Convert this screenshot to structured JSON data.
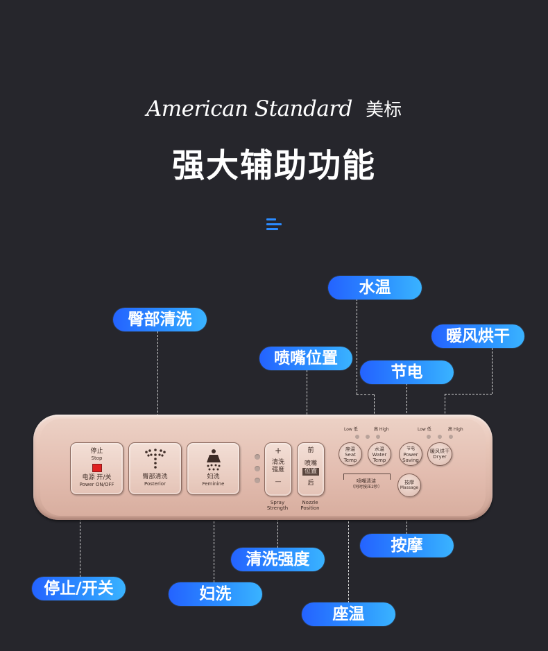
{
  "brand": {
    "name_en": "American Standard",
    "name_cn": "美标"
  },
  "headline": "强大辅助功能",
  "callouts": {
    "posterior": "臀部清洗",
    "nozzle_position": "喷嘴位置",
    "water_temp": "水温",
    "dryer": "暖风烘干",
    "power_saving": "节电",
    "massage": "按摩",
    "spray_strength": "清洗强度",
    "power": "停止/开关",
    "feminine": "妇洗",
    "seat_temp": "座温"
  },
  "remote": {
    "stop": {
      "cn": "停止",
      "en": "Stop"
    },
    "power": {
      "cn": "电源 开/关",
      "en": "Power ON/OFF"
    },
    "posterior": {
      "cn": "臀部清洗",
      "en": "Posterior"
    },
    "feminine": {
      "cn": "妇洗",
      "en": "Feminine"
    },
    "strength": {
      "plus": "+",
      "cn1": "清洗",
      "cn2": "强度",
      "minus": "—",
      "en1": "Spray",
      "en2": "Strength"
    },
    "nozzle": {
      "front": "前",
      "cn1": "喷嘴",
      "cn2": "位置",
      "back": "后",
      "en1": "Nozzle",
      "en2": "Position"
    },
    "low_label": "Low 低",
    "high_label": "高 High",
    "seat_temp": {
      "cn": "座温",
      "en1": "Seat",
      "en2": "Temp"
    },
    "water_temp": {
      "cn": "水温",
      "en1": "Water",
      "en2": "Temp"
    },
    "power_saving": {
      "cn": "节电",
      "en1": "Power",
      "en2": "Saving"
    },
    "dryer": {
      "cn": "暖风烘干",
      "en": "Dryer"
    },
    "clean_note_1": "喷嘴清洁",
    "clean_note_2": "（同时按压2秒）",
    "massage": {
      "cn": "按摩",
      "en": "Massage"
    }
  },
  "colors": {
    "background": "#26262c",
    "pill_start": "#2463ff",
    "pill_end": "#3ab3ff",
    "stop_red": "#e02020"
  }
}
